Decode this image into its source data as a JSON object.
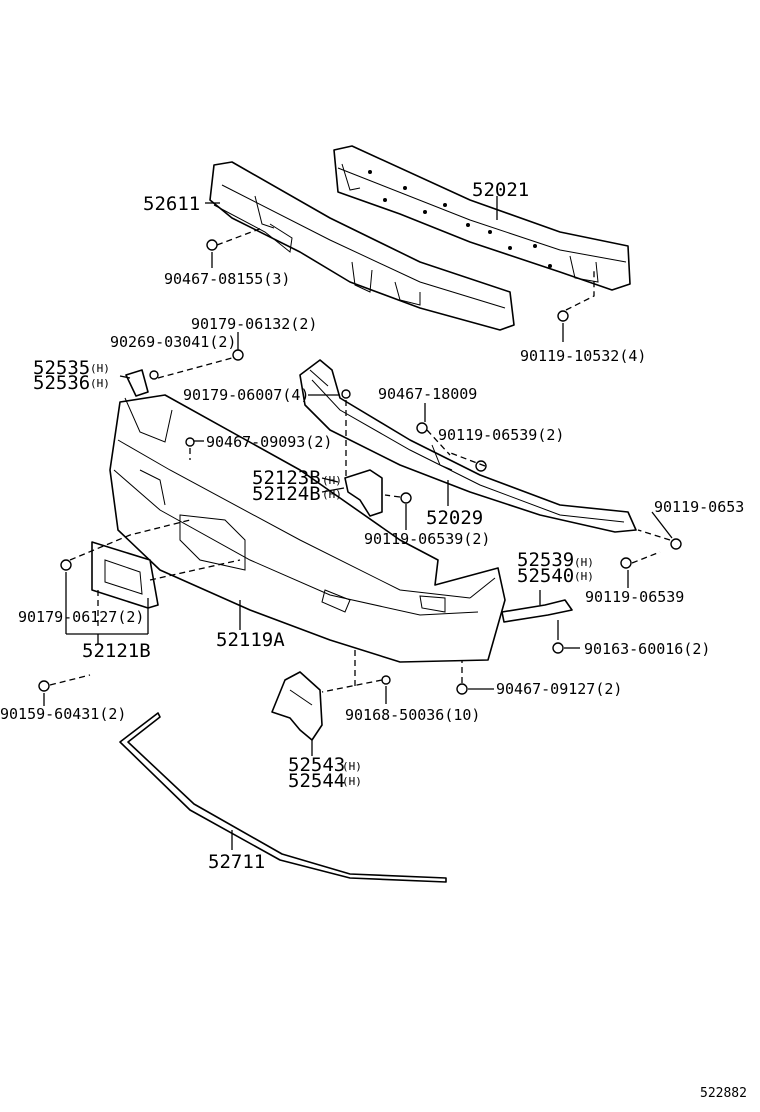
{
  "labels": {
    "p52611": "52611",
    "p52021": "52021",
    "p90467_08155": "90467-08155(3)",
    "p90119_10532": "90119-10532(4)",
    "p90179_06132": "90179-06132(2)",
    "p90269_03041": "90269-03041(2)",
    "p52535": "52535",
    "p52535_s": "(H)",
    "p52536": "52536",
    "p52536_s": "(H)",
    "p90179_06007": "90179-06007(4)",
    "p90467_18009": "90467-18009",
    "p90467_09093": "90467-09093(2)",
    "p90119_06539_2a": "90119-06539(2)",
    "p52123b": "52123B",
    "p52123b_s": "(H)",
    "p52124b": "52124B",
    "p52124b_s": "(H)",
    "p52029": "52029",
    "p90119_0653_r": "90119-0653",
    "p90119_06539_2b": "90119-06539(2)",
    "p52539": "52539",
    "p52539_s": "(H)",
    "p52540": "52540",
    "p52540_s": "(H)",
    "p90119_06539_c": "90119-06539",
    "p90179_06127": "90179-06127(2)",
    "p52119a": "52119A",
    "p90163_60016": "90163-60016(2)",
    "p52121b": "52121B",
    "p90467_09127": "90467-09127(2)",
    "p90159_60431": "90159-60431(2)",
    "p90168_50036": "90168-50036(10)",
    "p52543": "52543",
    "p52543_s": "(H)",
    "p52544": "52544",
    "p52544_s": "(H)",
    "p52711": "52711",
    "diagram_id": "522882"
  }
}
